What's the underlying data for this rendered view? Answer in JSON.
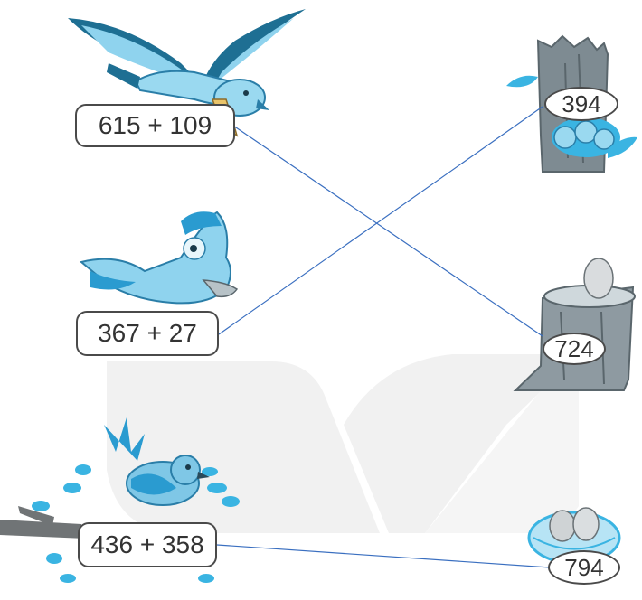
{
  "expressions": [
    {
      "id": "a",
      "text": "615 + 109"
    },
    {
      "id": "b",
      "text": "367 + 27"
    },
    {
      "id": "c",
      "text": "436 + 358"
    }
  ],
  "results": [
    {
      "id": "r1",
      "text": "394"
    },
    {
      "id": "r2",
      "text": "724"
    },
    {
      "id": "r3",
      "text": "794"
    }
  ],
  "colors": {
    "bird": "#7fd0ee",
    "bird_dark": "#2a9bd0",
    "stump": "#7e8b92",
    "stump_dark": "#5a666c",
    "line": "#3a6fc0",
    "watermark": "#f0f0f0"
  }
}
